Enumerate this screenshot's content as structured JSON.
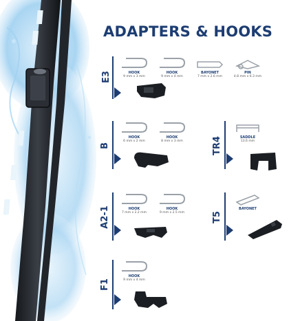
{
  "title": "ADAPTERS & HOOKS",
  "colors": {
    "brand": "#1d3d72",
    "part": "#1b1e22",
    "water": "#8ec6ec"
  },
  "sections": {
    "e3": {
      "label": "E3",
      "adapters": [
        {
          "name": "HOOK",
          "dim": "9 mm x 3 mm"
        },
        {
          "name": "HOOK",
          "dim": "9 mm x 4 mm"
        },
        {
          "name": "BAYONET",
          "dim": "7 mm x 2.6 mm"
        },
        {
          "name": "PIN",
          "dim": "4.8 mm x 6.3 mm"
        }
      ]
    },
    "b": {
      "label": "B",
      "adapters": [
        {
          "name": "HOOK",
          "dim": "6 mm x 2 mm"
        },
        {
          "name": "HOOK",
          "dim": "8 mm x 3 mm"
        }
      ]
    },
    "tr4": {
      "label": "TR4",
      "adapters": [
        {
          "name": "SADDLE",
          "dim": "13.6 mm"
        }
      ]
    },
    "a21": {
      "label": "A2-1",
      "adapters": [
        {
          "name": "HOOK",
          "dim": "7 mm x 2.2 mm"
        },
        {
          "name": "HOOK",
          "dim": "9 mm x 2.5 mm"
        }
      ]
    },
    "t5": {
      "label": "T5",
      "adapters": [
        {
          "name": "BAYONET",
          "dim": ""
        }
      ]
    },
    "f1": {
      "label": "F1",
      "adapters": [
        {
          "name": "HOOK",
          "dim": "9 mm x 4 mm"
        }
      ]
    }
  }
}
